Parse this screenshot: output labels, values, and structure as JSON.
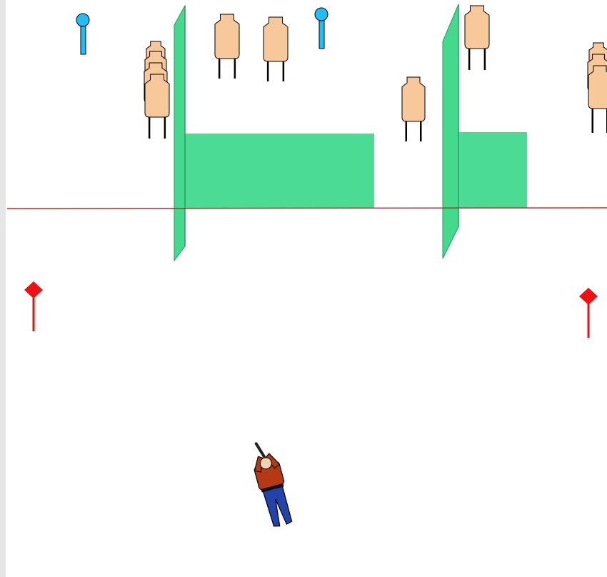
{
  "colors": {
    "background": "#ffffff",
    "left_border": "#e6e6e6",
    "barrier_fill": "#4cdb94",
    "barrier_wall": "#45d98d",
    "fault_line": "#cc2222",
    "target_fill": "#f6c89a",
    "target_outline": "#000000",
    "no_shoot_fill": "#22bdf2",
    "flag_color": "#ee1111",
    "shooter_shirt": "#b53a14",
    "shooter_pants": "#2244aa",
    "shooter_skin": "#f2d2b0",
    "gun": "#222222"
  },
  "elements": {
    "fault_line": "fault-line",
    "barriers": [
      "wall-barrier-left",
      "wall-barrier-right"
    ],
    "targets": [
      "paper-target-stack-left",
      "paper-target-1",
      "paper-target-2",
      "paper-target-3",
      "paper-target-4",
      "paper-target-stack-right"
    ],
    "no_shoot_targets": [
      "no-shoot-target-1",
      "no-shoot-target-2"
    ],
    "range_flags": [
      "range-flag-left",
      "range-flag-right"
    ],
    "shooter": "shooter-figure"
  }
}
